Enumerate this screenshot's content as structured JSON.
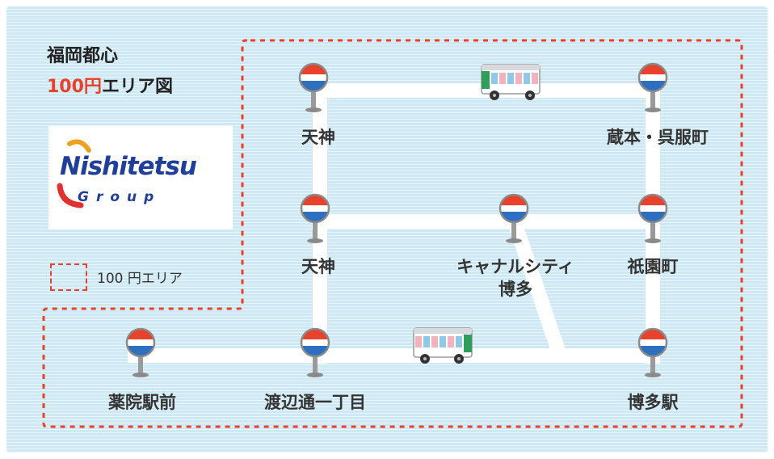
{
  "header": {
    "title_line1": "福岡都心",
    "title_line2_accent": "100円",
    "title_line2_rest": "エリア図"
  },
  "logo": {
    "brand": "Nishitetsu",
    "sub": "Group",
    "colors": {
      "blue": "#1f3f98",
      "orange": "#f0a020",
      "red": "#e03030"
    }
  },
  "legend": {
    "label": "100 円エリア"
  },
  "stops": [
    {
      "id": "tenjin-top",
      "name": "天神"
    },
    {
      "id": "kuramoto",
      "name": "蔵本・呉服町"
    },
    {
      "id": "tenjin-mid",
      "name": "天神"
    },
    {
      "id": "canal-city",
      "name": "キャナルシティ\n博多"
    },
    {
      "id": "gion",
      "name": "祇園町"
    },
    {
      "id": "yakuin",
      "name": "薬院駅前"
    },
    {
      "id": "watanabe",
      "name": "渡辺通一丁目"
    },
    {
      "id": "hakata",
      "name": "博多駅"
    }
  ],
  "icons": [
    "bus-stop-icon",
    "bus-icon"
  ],
  "colors": {
    "background": "#cfe9f4",
    "route": "#ffffff",
    "area_border": "#e8412c",
    "stop_red": "#e8412c",
    "stop_blue": "#2f6fc0",
    "bus_green": "#2e9e5a"
  }
}
